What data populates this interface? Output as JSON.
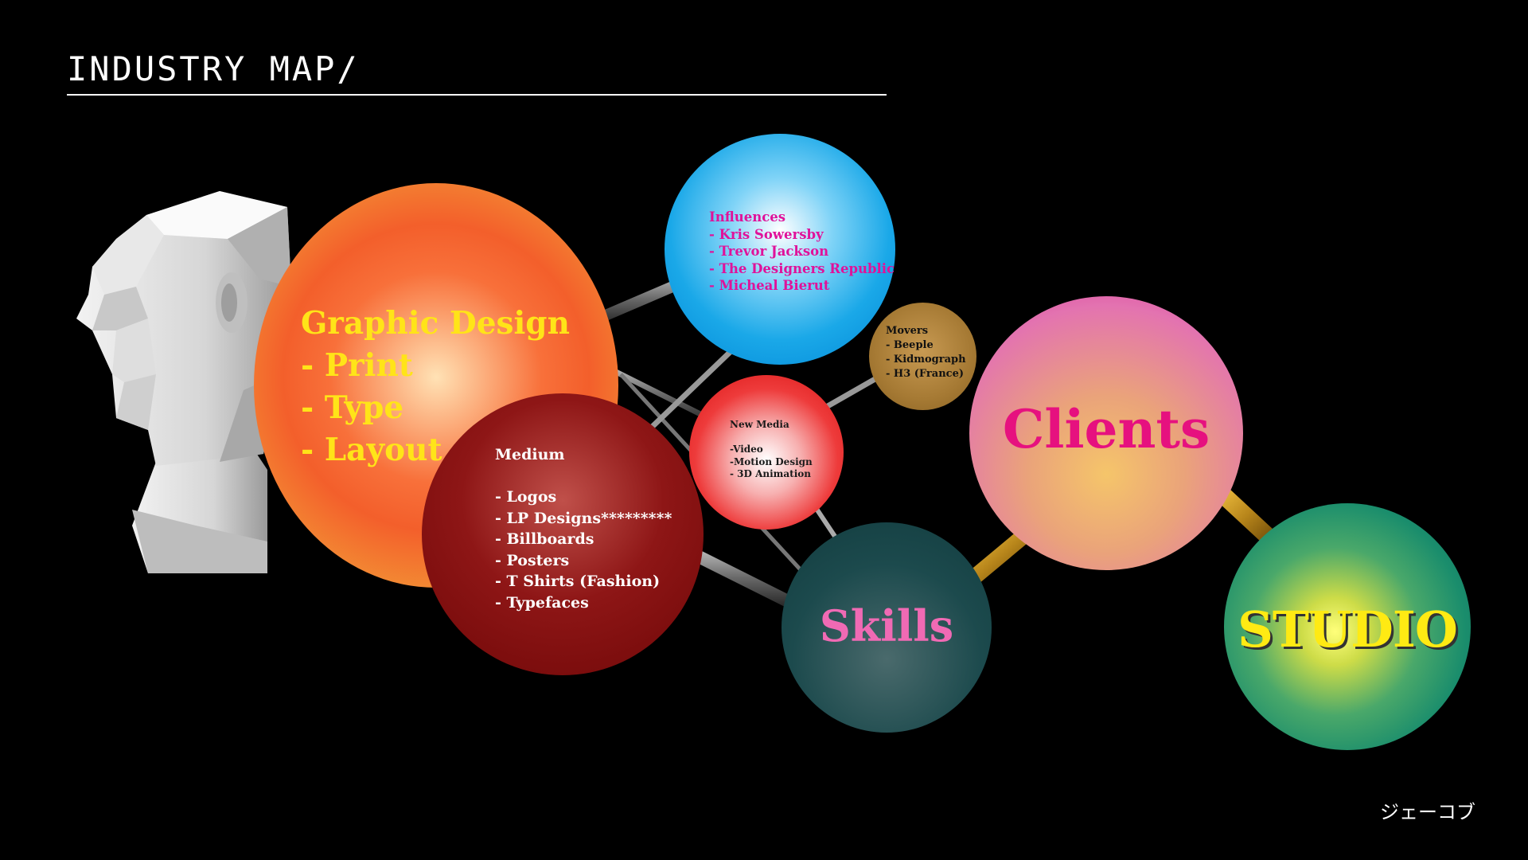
{
  "page": {
    "title": "INDUSTRY MAP/",
    "signature": "ジェーコブ"
  },
  "nodes": {
    "graphic_design": {
      "lines": [
        "Graphic Design",
        "- Print",
        "- Type",
        "- Layout"
      ]
    },
    "medium": {
      "lines": [
        "Medium",
        "",
        "- Logos",
        "- LP Designs*********",
        "- Billboards",
        "- Posters",
        "- T Shirts (Fashion)",
        "- Typefaces"
      ]
    },
    "influences": {
      "lines": [
        "Influences",
        "- Kris Sowersby",
        "- Trevor Jackson",
        "- The Designers Republic",
        "- Micheal Bierut"
      ]
    },
    "new_media": {
      "lines": [
        "New Media",
        "",
        "-Video",
        "-Motion Design",
        "- 3D Animation"
      ]
    },
    "movers": {
      "lines": [
        "Movers",
        "- Beeple",
        "- Kidmograph",
        "- H3 (France)"
      ]
    },
    "skills": {
      "label": "Skills"
    },
    "clients": {
      "label": "Clients"
    },
    "studio": {
      "label": "STUDIO"
    }
  },
  "colors": {
    "background": "#000000",
    "graphic_text": "#ffe418",
    "influences_text": "#e0129a",
    "skills_text": "#f06ab4",
    "clients_text": "#e6117f",
    "studio_text": "#ffea13"
  }
}
